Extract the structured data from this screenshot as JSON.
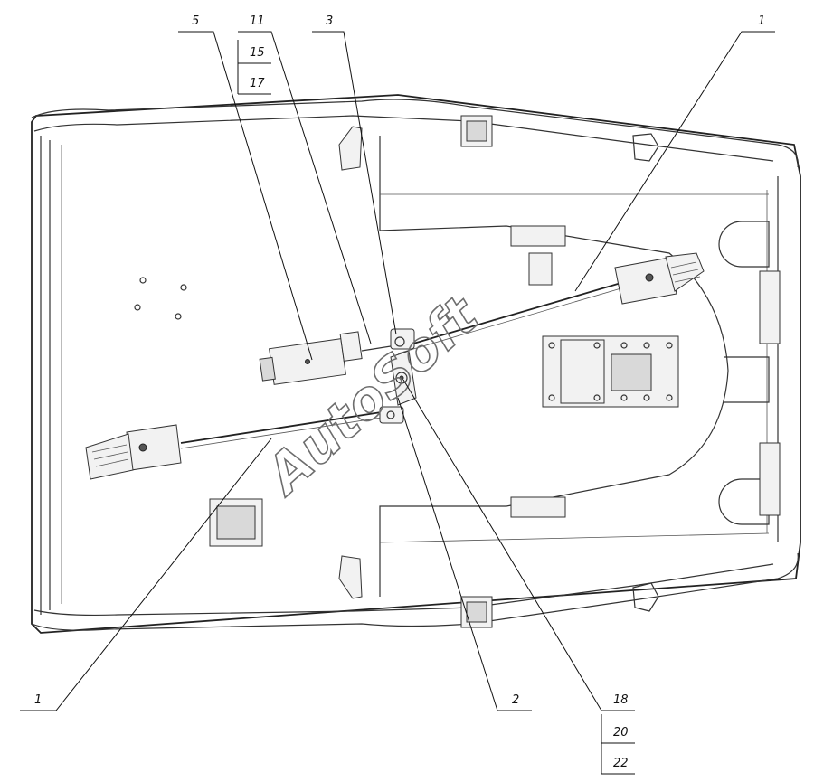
{
  "callouts": {
    "c5": "5",
    "c11": "11",
    "c15": "15",
    "c17": "17",
    "c3": "3",
    "c1_top": "1",
    "c1_bottom": "1",
    "c2": "2",
    "c18": "18",
    "c20": "20",
    "c22": "22"
  },
  "watermark": "AutoSoft",
  "colors": {
    "line": "#333333",
    "watermark": "#6d6d6d",
    "background": "#ffffff"
  }
}
